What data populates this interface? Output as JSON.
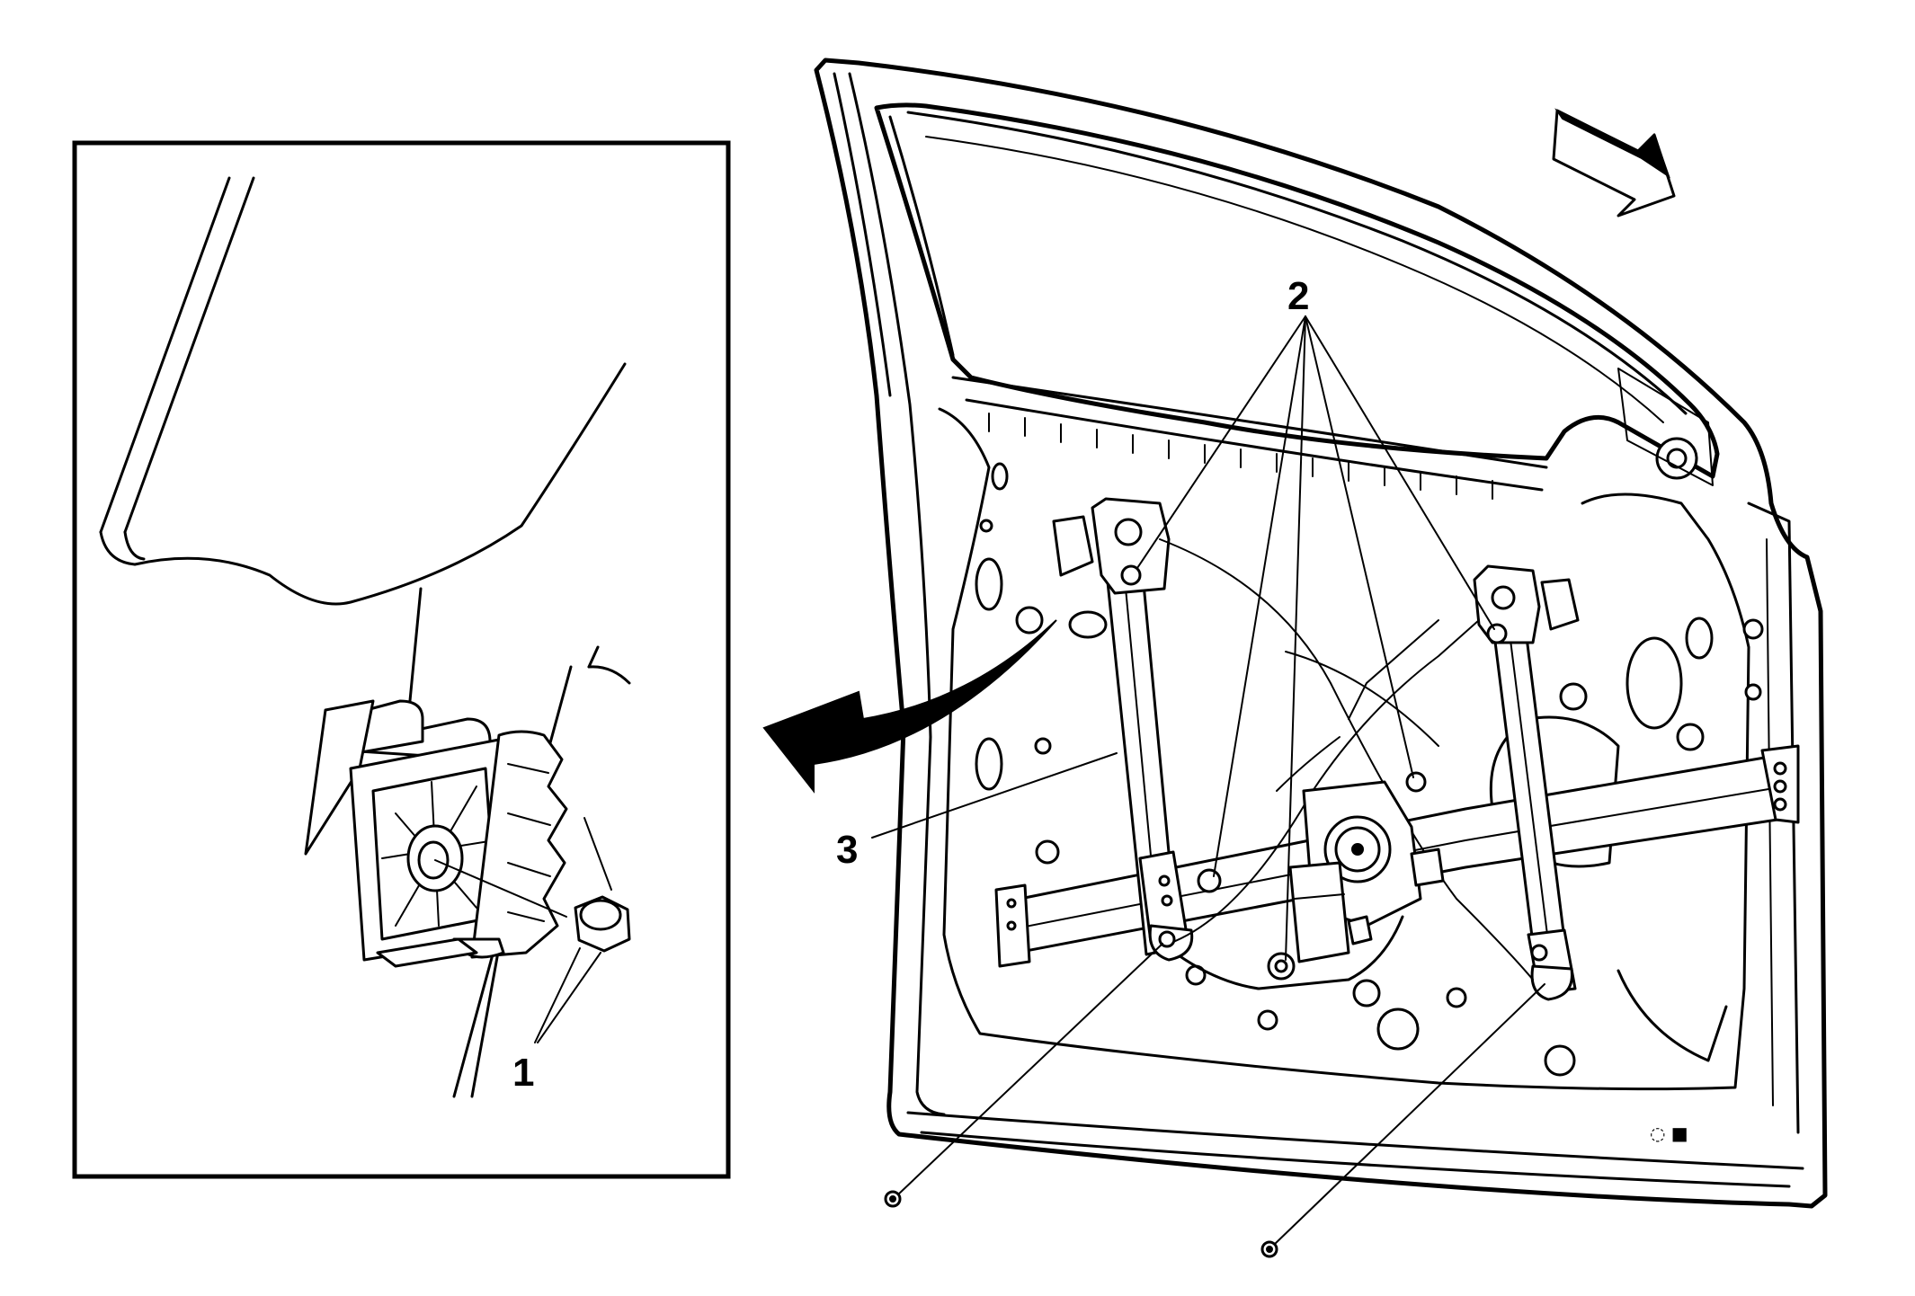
{
  "diagram": {
    "callouts": [
      {
        "id": "1",
        "label": "1"
      },
      {
        "id": "2",
        "label": "2"
      },
      {
        "id": "3",
        "label": "3"
      }
    ],
    "colors": {
      "line": "#000000",
      "background": "#ffffff"
    },
    "icons": {
      "view_direction": "view-direction-arrow-icon",
      "removal_direction": "removal-direction-arrow-icon"
    }
  }
}
